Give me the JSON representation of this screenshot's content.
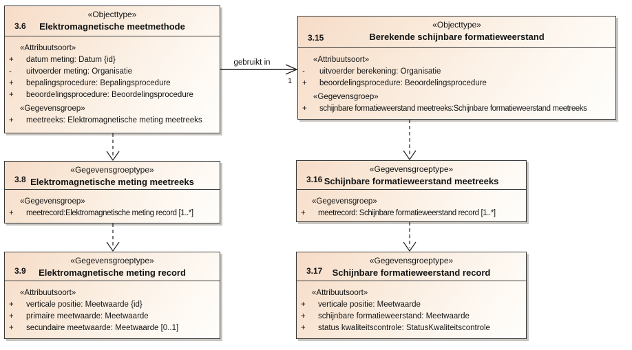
{
  "diagram": {
    "association": {
      "label": "gebruikt in",
      "target_multiplicity": "1"
    },
    "colors": {
      "box_fill_start": "#f6dcc8",
      "box_fill_end": "#fffefc",
      "box_border": "#3a3a3a",
      "box_shadow": "#c9c6c2",
      "text": "#141414",
      "background": "#ffffff"
    }
  },
  "boxes": [
    {
      "stereotype": "«Objecttype»",
      "number": "3.6",
      "name": "Elektromagnetische meetmethode",
      "rows": [
        {
          "kind": "stereo",
          "text": "«Attribuutsoort»"
        },
        {
          "kind": "attr",
          "vis": "+",
          "text": "datum meting: Datum {id}"
        },
        {
          "kind": "attr",
          "vis": "-",
          "text": "uitvoerder meting: Organisatie"
        },
        {
          "kind": "attr",
          "vis": "+",
          "text": "bepalingsprocedure: Bepalingsprocedure"
        },
        {
          "kind": "attr",
          "vis": "+",
          "text": "beoordelingsprocedure: Beoordelingsprocedure"
        },
        {
          "kind": "stereo",
          "text": "«Gegevensgroep»"
        },
        {
          "kind": "attr",
          "vis": "+",
          "text": "meetreeks: Elektromagnetische meting meetreeks"
        }
      ]
    },
    {
      "stereotype": "«Objecttype»",
      "number": "3.15",
      "name": "Berekende schijnbare formatieweerstand",
      "rows": [
        {
          "kind": "stereo",
          "text": "«Attribuutsoort»"
        },
        {
          "kind": "attr",
          "vis": "-",
          "text": "uitvoerder berekening: Organisatie"
        },
        {
          "kind": "attr",
          "vis": "+",
          "text": "beoordelingsprocedure: Beoordelingsprocedure"
        },
        {
          "kind": "stereo",
          "text": "«Gegevensgroep»"
        },
        {
          "kind": "attr",
          "vis": "+",
          "text": "schijnbare formatieweerstand meetreeks:Schijnbare formatieweerstand meetreeks"
        }
      ]
    },
    {
      "stereotype": "«Gegevensgroeptype»",
      "number": "3.8",
      "name": "Elektromagnetische meting meetreeks",
      "rows": [
        {
          "kind": "stereo",
          "text": "«Gegevensgroep»"
        },
        {
          "kind": "attr",
          "vis": "+",
          "text": "meetrecord:Elektromagnetische meting record [1..*]"
        }
      ]
    },
    {
      "stereotype": "«Gegevensgroeptype»",
      "number": "3.16",
      "name": "Schijnbare formatieweerstand meetreeks",
      "rows": [
        {
          "kind": "stereo",
          "text": "«Gegevensgroep»"
        },
        {
          "kind": "attr",
          "vis": "+",
          "text": "meetrecord: Schijnbare formatieweerstand record [1..*]"
        }
      ]
    },
    {
      "stereotype": "«Gegevensgroeptype»",
      "number": "3.9",
      "name": "Elektromagnetische meting record",
      "rows": [
        {
          "kind": "stereo",
          "text": "«Attribuutsoort»"
        },
        {
          "kind": "attr",
          "vis": "+",
          "text": "verticale positie: Meetwaarde {id}"
        },
        {
          "kind": "attr",
          "vis": "+",
          "text": "primaire meetwaarde: Meetwaarde"
        },
        {
          "kind": "attr",
          "vis": "+",
          "text": "secundaire meetwaarde: Meetwaarde [0..1]"
        }
      ]
    },
    {
      "stereotype": "«Gegevensgroeptype»",
      "number": "3.17",
      "name": "Schijnbare formatieweerstand record",
      "rows": [
        {
          "kind": "stereo",
          "text": "«Attribuutsoort»"
        },
        {
          "kind": "attr",
          "vis": "+",
          "text": "verticale positie: Meetwaarde"
        },
        {
          "kind": "attr",
          "vis": "+",
          "text": "schijnbare formatieweerstand: Meetwaarde"
        },
        {
          "kind": "attr",
          "vis": "+",
          "text": "status kwaliteitscontrole: StatusKwaliteitscontrole"
        }
      ]
    }
  ]
}
